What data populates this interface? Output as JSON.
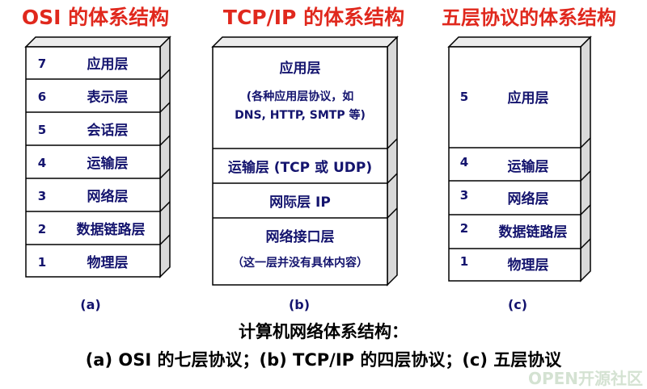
{
  "titles": {
    "osi": "OSI 的体系结构",
    "tcpip": "TCP/IP 的体系结构",
    "five": "五层协议的体系结构"
  },
  "osi_layers": [
    {
      "num": "7",
      "label": "应用层"
    },
    {
      "num": "6",
      "label": "表示层"
    },
    {
      "num": "5",
      "label": "会话层"
    },
    {
      "num": "4",
      "label": "运输层"
    },
    {
      "num": "3",
      "label": "网络层"
    },
    {
      "num": "2",
      "label": "数据链路层"
    },
    {
      "num": "1",
      "label": "物理层"
    }
  ],
  "tcpip_layers": {
    "application": {
      "label": "应用层",
      "note_line1": "(各种应用层协议，如",
      "note_line2": "DNS, HTTP, SMTP 等)"
    },
    "transport": {
      "label": "运输层 (TCP 或 UDP)"
    },
    "internet": {
      "label": "网际层 IP"
    },
    "network_interface": {
      "label": "网络接口层",
      "note": "（这一层并没有具体内容）"
    }
  },
  "five_layers": [
    {
      "num": "5",
      "label": "应用层"
    },
    {
      "num": "4",
      "label": "运输层"
    },
    {
      "num": "3",
      "label": "网络层"
    },
    {
      "num": "2",
      "label": "数据链路层"
    },
    {
      "num": "1",
      "label": "物理层"
    }
  ],
  "captions": {
    "a": "(a)",
    "b": "(b)",
    "c": "(c)"
  },
  "bottom_text": {
    "line1": "计算机网络体系结构：",
    "line2": "(a) OSI 的七层协议；(b) TCP/IP 的四层协议；(c) 五层协议"
  },
  "watermark": "OPEN开源社区",
  "colors": {
    "title": "#e0281d",
    "label": "#14146e",
    "box_side": "#d9d9d9",
    "box_top": "#ececec"
  }
}
